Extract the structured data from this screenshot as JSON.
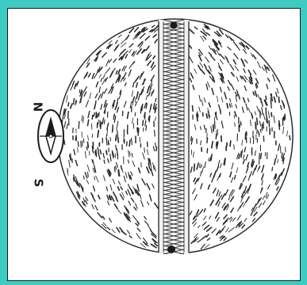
{
  "figure": {
    "background_color": "#3ecbc4",
    "panel_color": "#ffffff",
    "ink_color": "#1b1b1b",
    "compass": {
      "north_label": "N",
      "south_label": "S",
      "icon": "compass-needle-icon"
    },
    "sphere": {
      "pattern": "iron-filing-field-lines",
      "icon": "magnetized-sphere-icon"
    },
    "central_band": {
      "pattern": "hatched-conductor-band"
    }
  }
}
